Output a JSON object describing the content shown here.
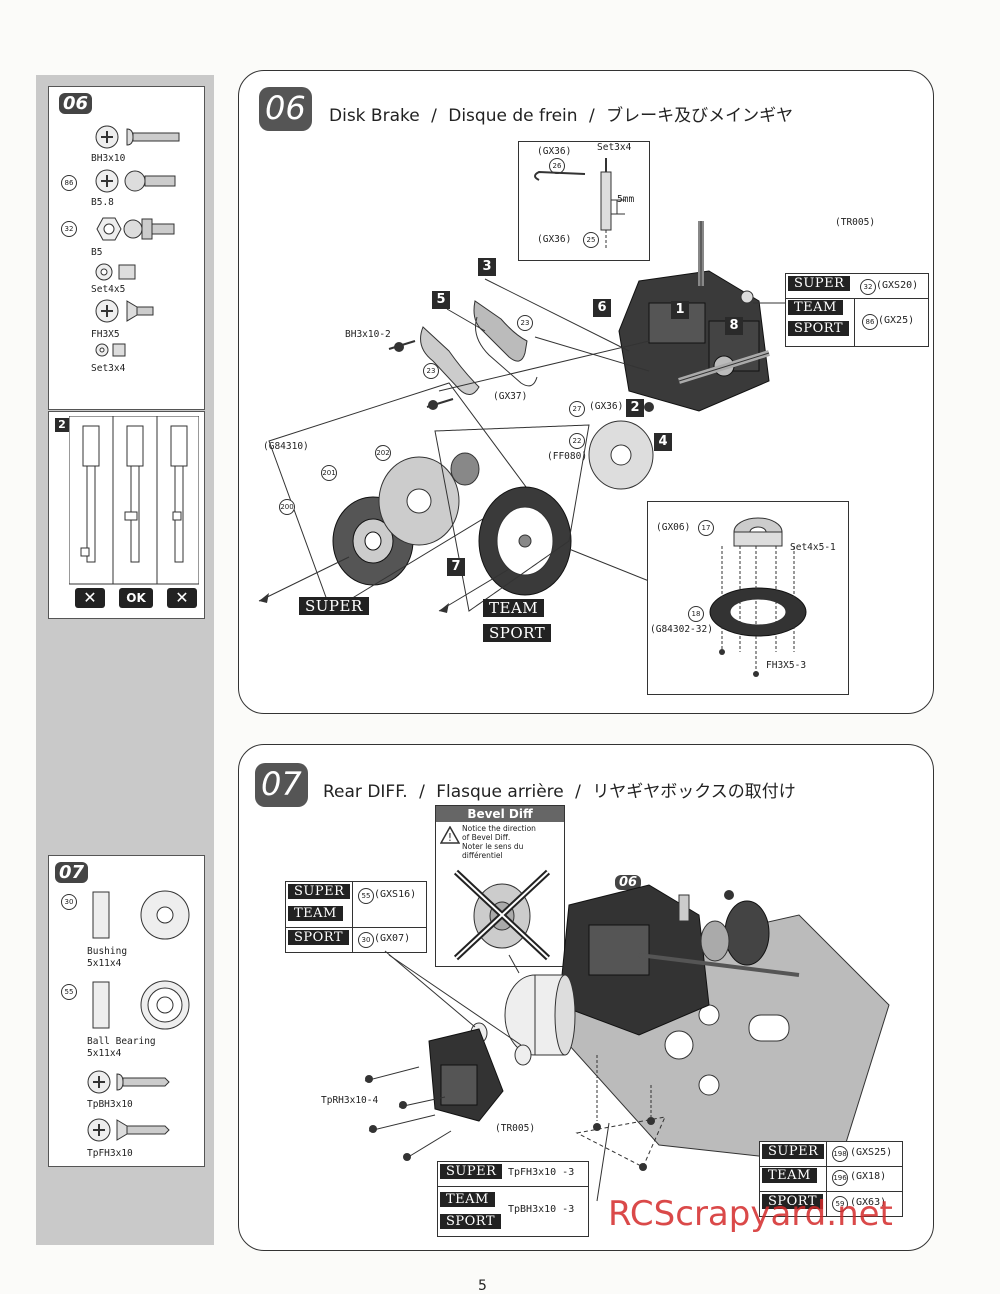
{
  "sidebar": {
    "s06": {
      "badge": "06",
      "parts": [
        {
          "label": "BH3x10"
        },
        {
          "num": "86",
          "label": "B5.8"
        },
        {
          "num": "32",
          "label": "B5"
        },
        {
          "label": "Set4x5"
        },
        {
          "label": "FH3X5"
        },
        {
          "label": "Set3x4"
        }
      ]
    },
    "check": {
      "num": "2",
      "buttons": [
        "✕",
        "OK",
        "✕"
      ]
    },
    "s07": {
      "badge": "07",
      "parts": [
        {
          "num": "30",
          "label": "Bushing\n5x11x4"
        },
        {
          "num": "55",
          "label": "Ball Bearing\n5x11x4"
        },
        {
          "label": "TpBH3x10"
        },
        {
          "label": "TpFH3x10"
        }
      ]
    }
  },
  "step06": {
    "num": "06",
    "title": "Disk Brake",
    "title_fr": "Disque de frein",
    "title_jp": "ブレーキ及びメインギヤ",
    "sep": "/",
    "inset": {
      "gx36a": "(GX36)",
      "n26": "26",
      "set34": "Set3x4",
      "mm": "5mm",
      "gx36b": "(GX36)",
      "n25": "25"
    },
    "tr005": "(TR005)",
    "steps": [
      "3",
      "5",
      "6",
      "1",
      "8",
      "2",
      "4",
      "7"
    ],
    "bh": "BH3x10-2",
    "n23a": "23",
    "n23b": "23",
    "gx37": "(GX37)",
    "n27": "27",
    "gx36": "(GX36)",
    "n22": "22",
    "ff080": "(FF080)",
    "g84310": "(G84310)",
    "n202": "202",
    "n201": "201",
    "n200": "200",
    "plate_super": "SUPER",
    "plate_team": "TEAM",
    "plate_sport": "SPORT",
    "variants": {
      "super": "SUPER",
      "n32": "32",
      "gxs20": "(GXS20)",
      "team": "TEAM",
      "sport": "SPORT",
      "n86": "86",
      "gx25": "(GX25)"
    },
    "sub": {
      "gx06": "(GX06)",
      "n17": "17",
      "set45": "Set4x5-1",
      "n18": "18",
      "g84302": "(G84302-32)",
      "fh": "FH3X5-3"
    }
  },
  "step07": {
    "num": "07",
    "title": "Rear DIFF.",
    "title_fr": "Flasque arrière",
    "title_jp": "リヤギヤボックスの取付け",
    "sep": "/",
    "bevel": {
      "head": "Bevel Diff",
      "note": "Notice the direction\nof Bevel Diff.\nNoter le sens du\ndifférentiel"
    },
    "ref06": "06",
    "var1": {
      "super": "SUPER",
      "team": "TEAM",
      "n55": "55",
      "gxs16": "(GXS16)",
      "sport": "SPORT",
      "n30": "30",
      "gx07": "(GX07)"
    },
    "tprh": "TpRH3x10-4",
    "tr005": "(TR005)",
    "var2": {
      "super": "SUPER",
      "tpfh": "TpFH3x10 -3",
      "team": "TEAM",
      "sport": "SPORT",
      "tpbh": "TpBH3x10 -3"
    },
    "var3": {
      "super": "SUPER",
      "n198": "198",
      "gxs25": "(GXS25)",
      "team": "TEAM",
      "n196": "196",
      "gx18": "(GX18)",
      "sport": "SPORT",
      "n59": "59",
      "gx63": "(GX63)"
    }
  },
  "watermark": "RCScrapyard.net",
  "page_number": "5"
}
